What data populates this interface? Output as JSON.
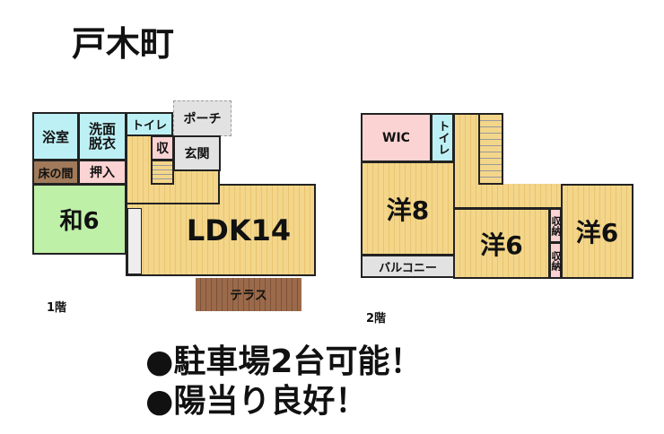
{
  "title": "戸木町",
  "floor1": {
    "label": "1階",
    "rooms": {
      "bath": "浴室",
      "washroom": "洗面\n脱衣",
      "toilet": "トイレ",
      "porch": "ポーチ",
      "storage": "収",
      "entrance": "玄関",
      "tokonoma": "床の間",
      "closet": "押入",
      "washitsu": "和6",
      "ldk": "LDK14",
      "terrace": "テラス"
    }
  },
  "floor2": {
    "label": "2階",
    "rooms": {
      "wic": "WIC",
      "toilet": "トイレ",
      "western8": "洋8",
      "western6a": "洋6",
      "western6b": "洋6",
      "storage1": "収納",
      "storage2": "収納",
      "balcony": "バルコニー"
    }
  },
  "features": [
    "●駐車場2台可能！",
    "●陽当り良好！"
  ]
}
